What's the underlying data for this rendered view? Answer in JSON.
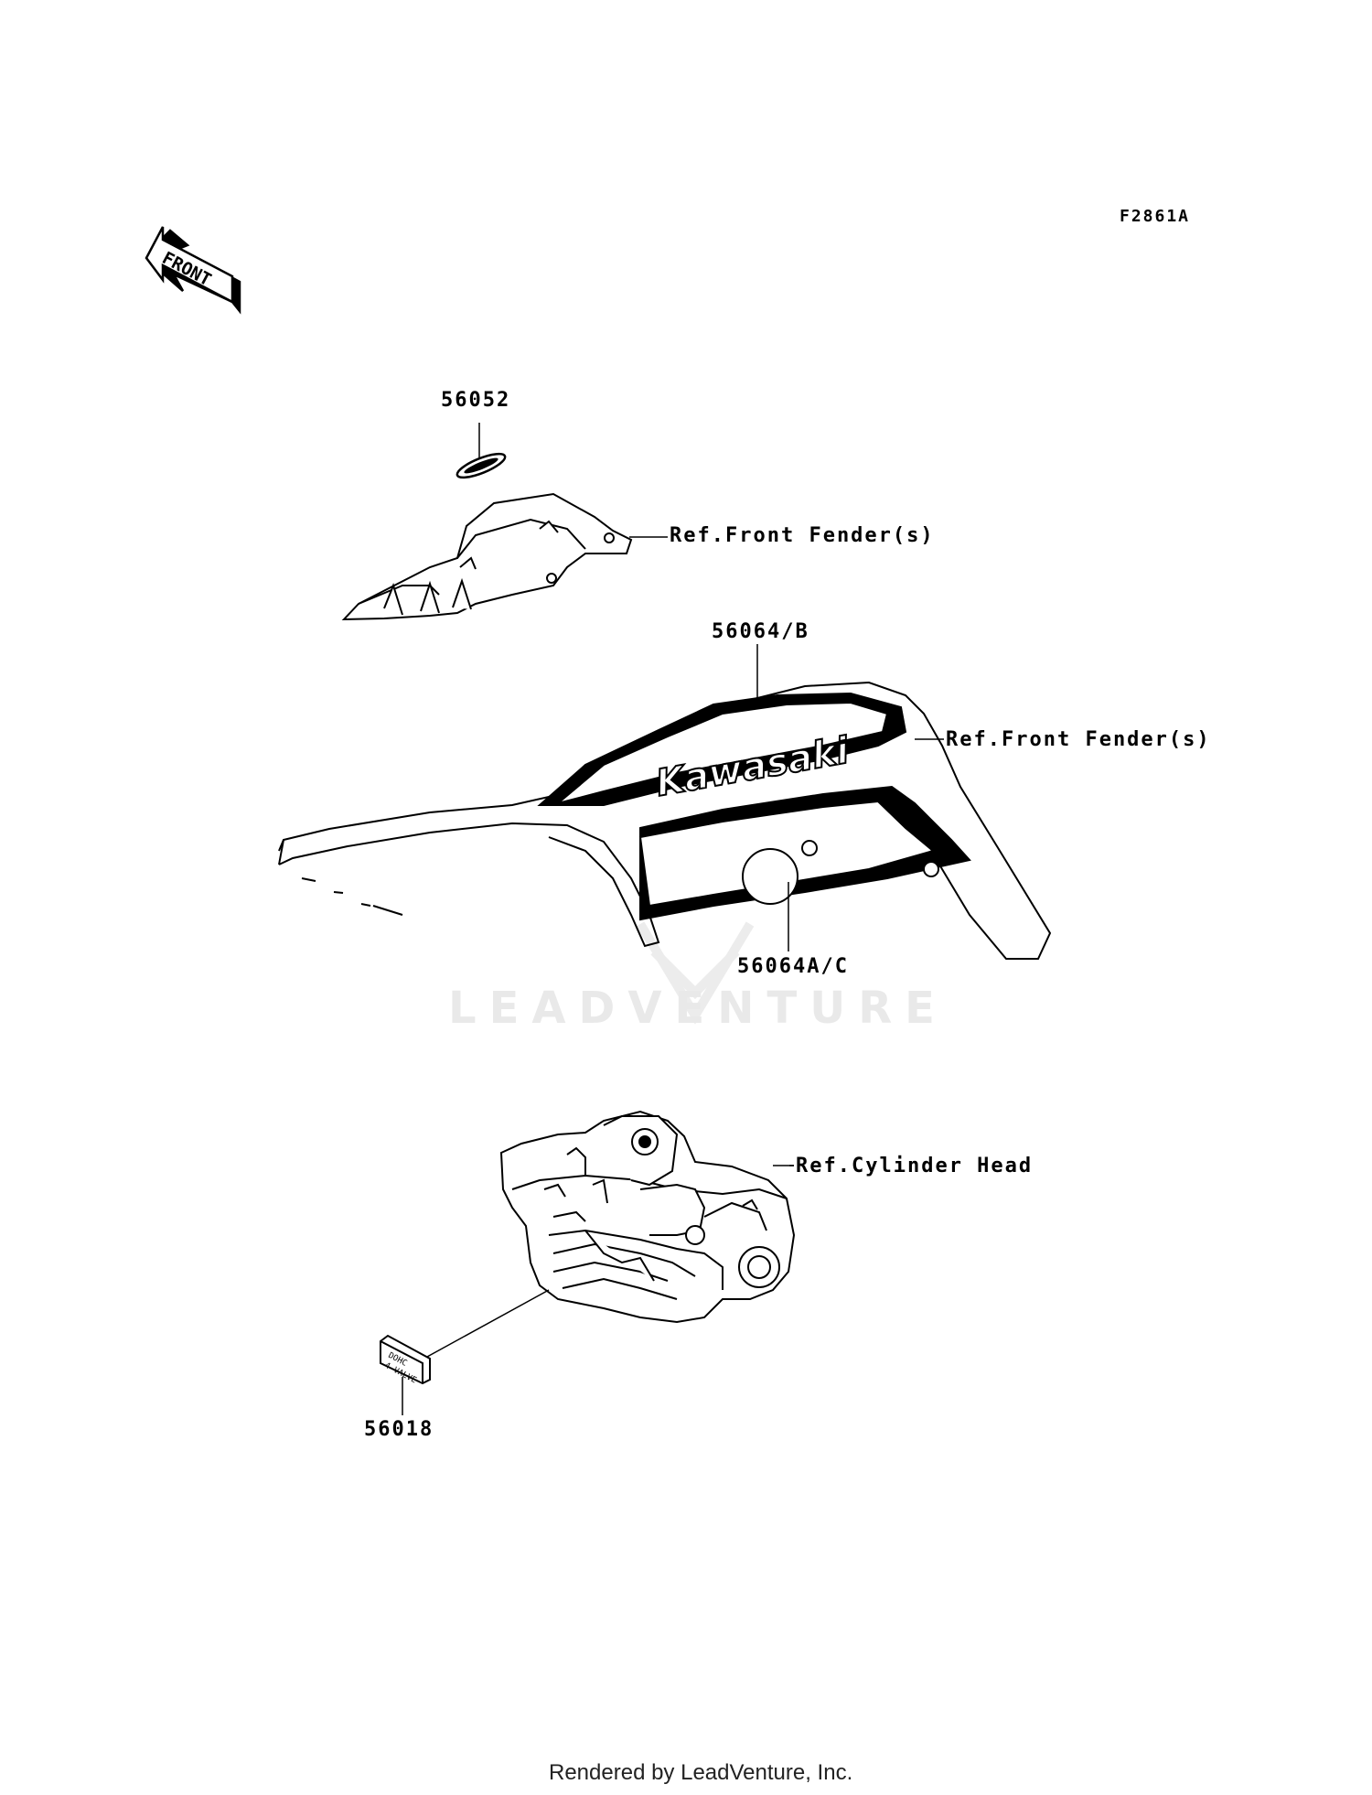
{
  "diagram_code": "F2861A",
  "front_arrow": {
    "text": "FRONT",
    "icon": "front-arrow-icon"
  },
  "parts": [
    {
      "id": "p1",
      "number": "56052"
    },
    {
      "id": "p2",
      "number": "56064/B"
    },
    {
      "id": "p3",
      "number": "56064A/C"
    },
    {
      "id": "p4",
      "number": "56018"
    }
  ],
  "references": {
    "front_fender_top": "Ref.Front Fender(s)",
    "front_fender_main": "Ref.Front Fender(s)",
    "cylinder_head": "Ref.Cylinder Head"
  },
  "decal_text": {
    "brand": "Kawasaki",
    "plate_line1": "DOHC",
    "plate_line2": "4-VALVE"
  },
  "watermark": "LEADVENTURE",
  "footer": "Rendered by LeadVenture, Inc."
}
